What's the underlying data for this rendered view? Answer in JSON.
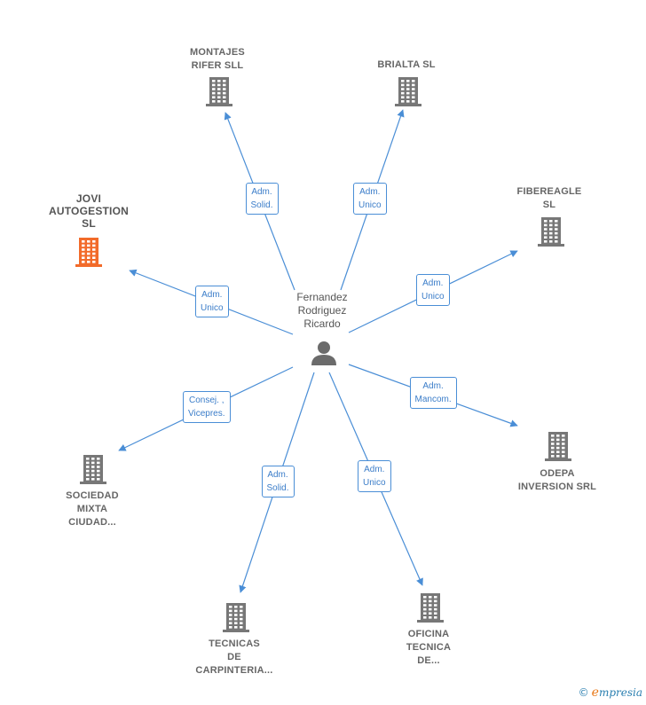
{
  "center": {
    "name": "Fernandez\nRodriguez\nRicardo"
  },
  "companies": [
    {
      "id": "montajes",
      "name": "MONTAJES\nRIFER  SLL",
      "highlight": false
    },
    {
      "id": "brialta",
      "name": "BRIALTA SL",
      "highlight": false
    },
    {
      "id": "jovi",
      "name": "JOVI\nAUTOGESTION\nSL",
      "highlight": true
    },
    {
      "id": "fibereagle",
      "name": "FIBEREAGLE\nSL",
      "highlight": false
    },
    {
      "id": "sociedad",
      "name": "SOCIEDAD\nMIXTA\nCIUDAD...",
      "highlight": false
    },
    {
      "id": "odepa",
      "name": "ODEPA\nINVERSION SRL",
      "highlight": false
    },
    {
      "id": "tecnicas",
      "name": "TECNICAS\nDE\nCARPINTERIA...",
      "highlight": false
    },
    {
      "id": "oficina",
      "name": "OFICINA\nTECNICA\nDE...",
      "highlight": false
    }
  ],
  "relations": [
    {
      "to": "montajes",
      "label": "Adm.\nSolid."
    },
    {
      "to": "brialta",
      "label": "Adm.\nUnico"
    },
    {
      "to": "jovi",
      "label": "Adm.\nUnico"
    },
    {
      "to": "fibereagle",
      "label": "Adm.\nUnico"
    },
    {
      "to": "sociedad",
      "label": "Consej. ,\nVicepres."
    },
    {
      "to": "odepa",
      "label": "Adm.\nMancom."
    },
    {
      "to": "tecnicas",
      "label": "Adm.\nSolid."
    },
    {
      "to": "oficina",
      "label": "Adm.\nUnico"
    }
  ],
  "colors": {
    "edge": "#4a8ed6",
    "building": "#777777",
    "highlight": "#f26b2a",
    "person": "#6b6b6b"
  },
  "icons": {
    "company": "building-icon",
    "person": "person-icon",
    "copyright": "copyright-icon"
  },
  "footer": {
    "copyright": "©",
    "brand_initial": "e",
    "brand_rest": "mpresia"
  }
}
